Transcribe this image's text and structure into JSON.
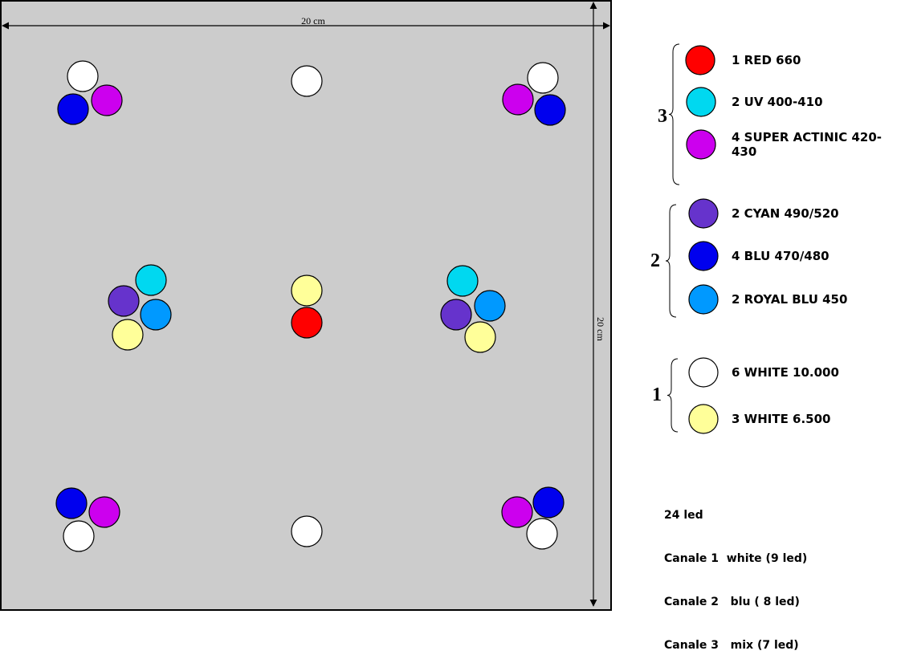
{
  "board": {
    "width_label": "20 cm",
    "height_label": "20 cm",
    "background": "#cccccc"
  },
  "leds": [
    {
      "color": "white"
    },
    {
      "color": "magenta"
    },
    {
      "color": "blue"
    },
    {
      "color": "white"
    },
    {
      "color": "white"
    },
    {
      "color": "magenta"
    },
    {
      "color": "blue"
    },
    {
      "color": "cyan"
    },
    {
      "color": "purple"
    },
    {
      "color": "royal"
    },
    {
      "color": "yellow"
    },
    {
      "color": "yellow"
    },
    {
      "color": "red"
    },
    {
      "color": "cyan"
    },
    {
      "color": "royal"
    },
    {
      "color": "purple"
    },
    {
      "color": "yellow"
    },
    {
      "color": "blue"
    },
    {
      "color": "magenta"
    },
    {
      "color": "white"
    },
    {
      "color": "white"
    },
    {
      "color": "blue"
    },
    {
      "color": "magenta"
    },
    {
      "color": "white"
    }
  ],
  "colors": {
    "red": "#ff0000",
    "cyan": "#00d8f0",
    "magenta": "#cc00ee",
    "purple": "#6633cc",
    "blue": "#0000ee",
    "royal": "#0099ff",
    "white": "#ffffff",
    "yellow": "#ffff99"
  },
  "legend": [
    {
      "group": "3",
      "items": [
        {
          "color": "red",
          "lines": [
            "1 RED 660"
          ]
        },
        {
          "color": "cyan",
          "lines": [
            "2 UV 400-410"
          ]
        },
        {
          "color": "magenta",
          "lines": [
            "4 SUPER ACTINIC 420-",
            "430"
          ]
        }
      ]
    },
    {
      "group": "2",
      "items": [
        {
          "color": "purple",
          "lines": [
            "2 CYAN 490/520"
          ]
        },
        {
          "color": "blue",
          "lines": [
            "4 BLU 470/480"
          ]
        },
        {
          "color": "royal",
          "lines": [
            "2 ROYAL BLU 450"
          ]
        }
      ]
    },
    {
      "group": "1",
      "items": [
        {
          "color": "white",
          "lines": [
            "6 WHITE 10.000"
          ]
        },
        {
          "color": "yellow",
          "lines": [
            "3 WHITE 6.500"
          ]
        }
      ]
    }
  ],
  "notes": {
    "total": "24 led",
    "channel1": "Canale 1  white (9 led)",
    "channel2": "Canale 2   blu ( 8 led)",
    "channel3": "Canale 3   mix (7 led)"
  }
}
